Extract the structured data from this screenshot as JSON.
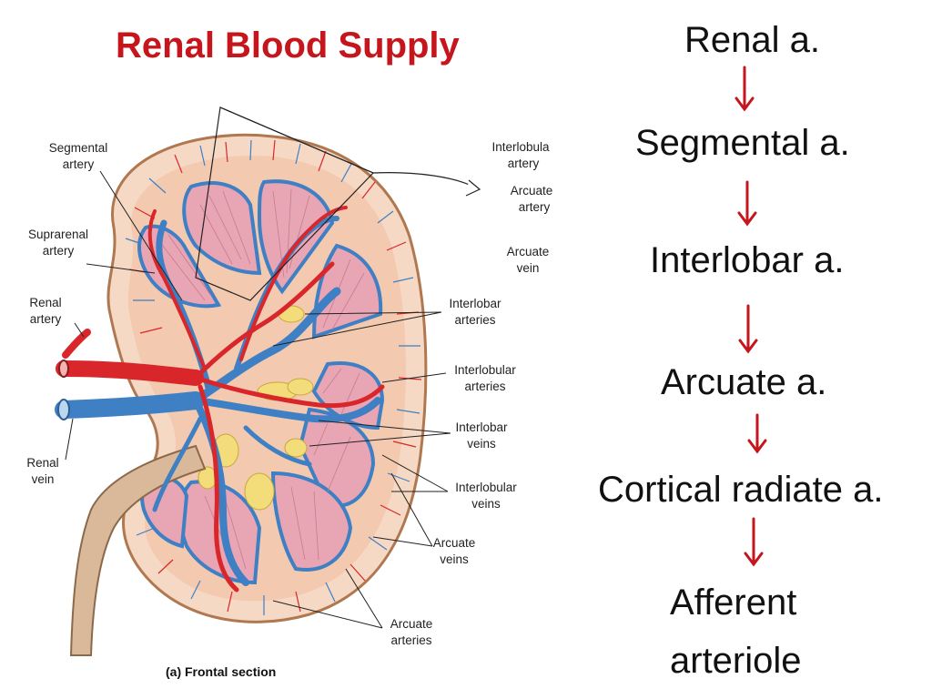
{
  "title": "Renal Blood Supply",
  "colors": {
    "title": "#c4161c",
    "artery": "#d9262a",
    "vein": "#3f7fc4",
    "arrow": "#c4161c",
    "pyramid": "#e8a5b4",
    "cortex": "#f6d9c4",
    "fat": "#f2dd7a"
  },
  "diagram": {
    "labels": {
      "segmental_artery": [
        "Segmental",
        "artery"
      ],
      "suprarenal_artery": [
        "Suprarenal",
        "artery"
      ],
      "renal_artery": [
        "Renal",
        "artery"
      ],
      "renal_vein": [
        "Renal",
        "vein"
      ],
      "interlobular_artery": [
        "Interlobula",
        "artery"
      ],
      "arcuate_artery": [
        "Arcuate",
        "artery"
      ],
      "arcuate_vein": [
        "Arcuate",
        "vein"
      ],
      "interlobar_arteries": [
        "Interlobar",
        "arteries"
      ],
      "interlobular_arteries": [
        "Interlobular",
        "arteries"
      ],
      "interlobar_veins": [
        "Interlobar",
        "veins"
      ],
      "interlobular_veins": [
        "Interlobular",
        "veins"
      ],
      "arcuate_veins": [
        "Arcuate",
        "veins"
      ],
      "arcuate_arteries": [
        "Arcuate",
        "arteries"
      ]
    },
    "caption": "(a) Frontal section"
  },
  "flow": {
    "steps": [
      "Renal a.",
      "Segmental a.",
      "Interlobar a.",
      "Arcuate a.",
      "Cortical radiate a.",
      "Afferent",
      "arteriole"
    ]
  }
}
